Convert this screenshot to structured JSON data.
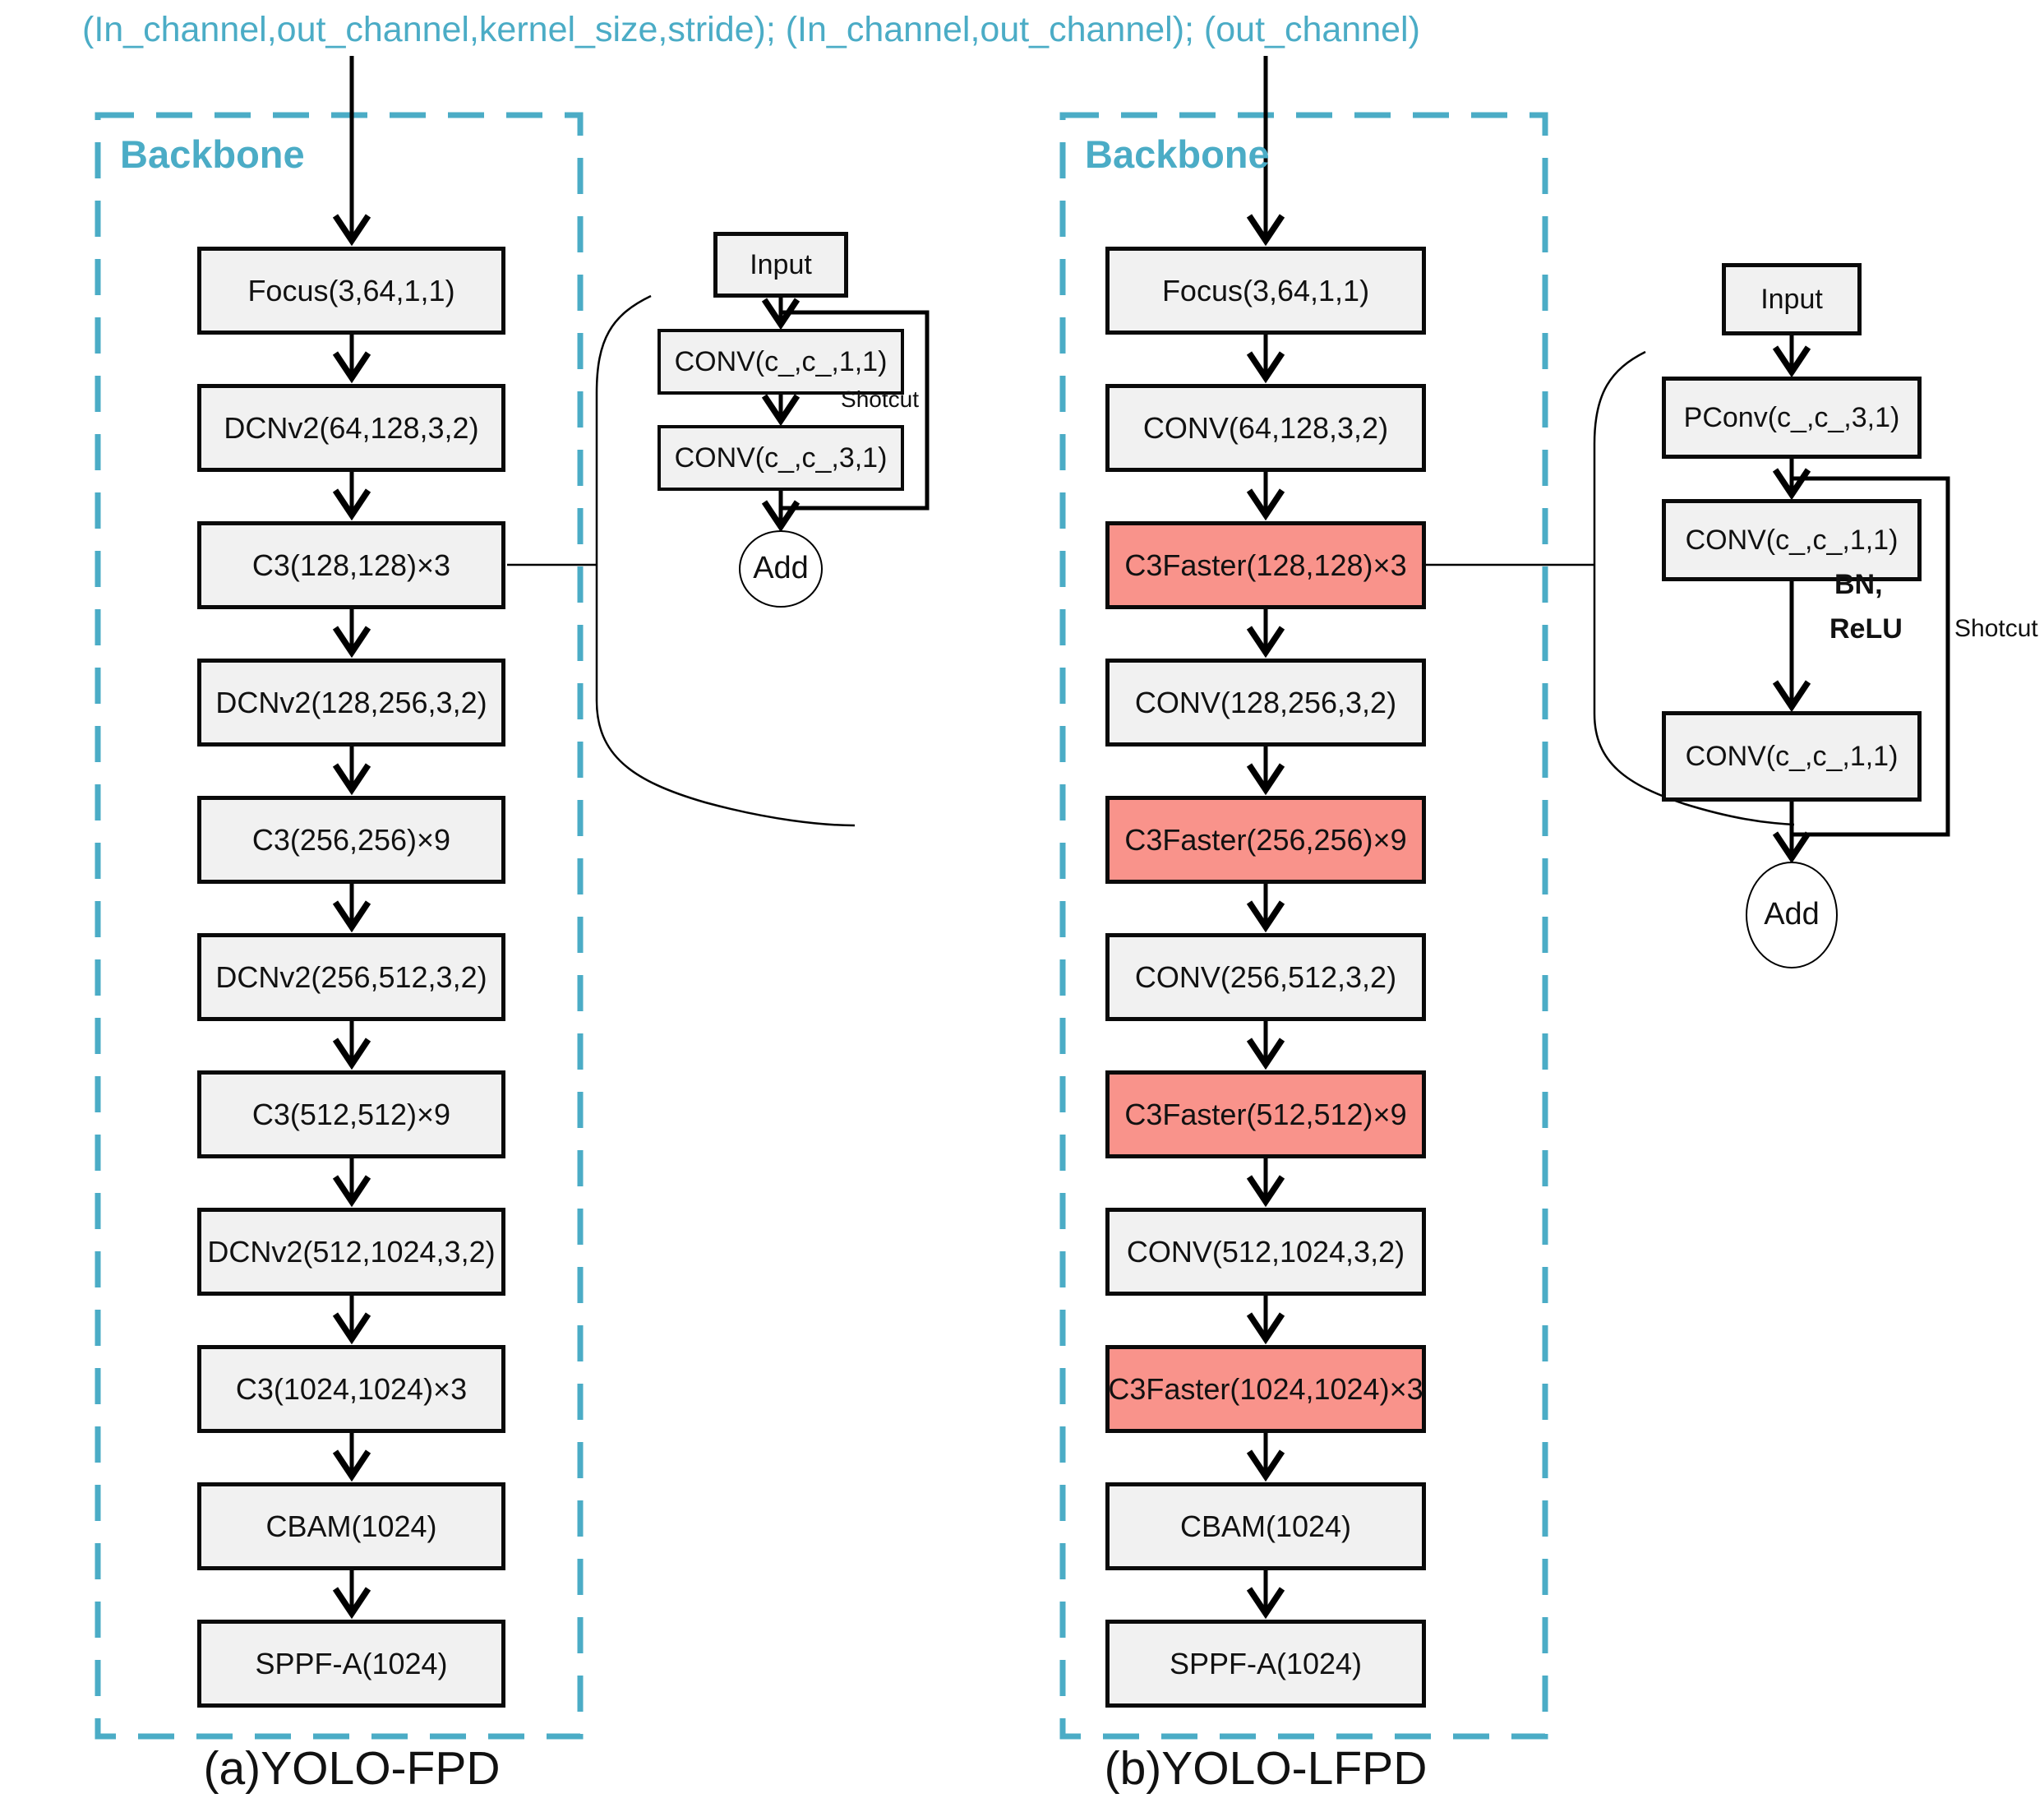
{
  "title": "(In_channel,out_channel,kernel_size,stride); (In_channel,out_channel); (out_channel)",
  "colors": {
    "accent_teal": "#4BACC6",
    "box_grey": "#F1F1F1",
    "box_highlight_red": "#F9938B",
    "line_black": "#000000"
  },
  "diagram_a": {
    "region_label": "Backbone",
    "caption": "(a)YOLO-FPD",
    "boxes": [
      {
        "label": "Focus(3,64,1,1)",
        "highlight": false
      },
      {
        "label": "DCNv2(64,128,3,2)",
        "highlight": false
      },
      {
        "label": "C3(128,128)×3",
        "highlight": false
      },
      {
        "label": "DCNv2(128,256,3,2)",
        "highlight": false
      },
      {
        "label": "C3(256,256)×9",
        "highlight": false
      },
      {
        "label": "DCNv2(256,512,3,2)",
        "highlight": false
      },
      {
        "label": "C3(512,512)×9",
        "highlight": false
      },
      {
        "label": "DCNv2(512,1024,3,2)",
        "highlight": false
      },
      {
        "label": "C3(1024,1024)×3",
        "highlight": false
      },
      {
        "label": "CBAM(1024)",
        "highlight": false
      },
      {
        "label": "SPPF-A(1024)",
        "highlight": false
      }
    ],
    "detail": {
      "input_label": "Input",
      "conv1_label": "CONV(c_,c_,1,1)",
      "conv2_label": "CONV(c_,c_,3,1)",
      "shortcut_label": "Shotcut",
      "add_label": "Add"
    }
  },
  "diagram_b": {
    "region_label": "Backbone",
    "caption": "(b)YOLO-LFPD",
    "boxes": [
      {
        "label": "Focus(3,64,1,1)",
        "highlight": false
      },
      {
        "label": "CONV(64,128,3,2)",
        "highlight": false
      },
      {
        "label": "C3Faster(128,128)×3",
        "highlight": true
      },
      {
        "label": "CONV(128,256,3,2)",
        "highlight": false
      },
      {
        "label": "C3Faster(256,256)×9",
        "highlight": true
      },
      {
        "label": "CONV(256,512,3,2)",
        "highlight": false
      },
      {
        "label": "C3Faster(512,512)×9",
        "highlight": true
      },
      {
        "label": "CONV(512,1024,3,2)",
        "highlight": false
      },
      {
        "label": "C3Faster(1024,1024)×3",
        "highlight": true
      },
      {
        "label": "CBAM(1024)",
        "highlight": false
      },
      {
        "label": "SPPF-A(1024)",
        "highlight": false
      }
    ],
    "detail": {
      "input_label": "Input",
      "pconv_label": "PConv(c_,c_,3,1)",
      "conv1_label": "CONV(c_,c_,1,1)",
      "conv2_label": "CONV(c_,c_,1,1)",
      "bn_label": "BN,",
      "relu_label": "ReLU",
      "shortcut_label": "Shotcut",
      "add_label": "Add"
    }
  }
}
